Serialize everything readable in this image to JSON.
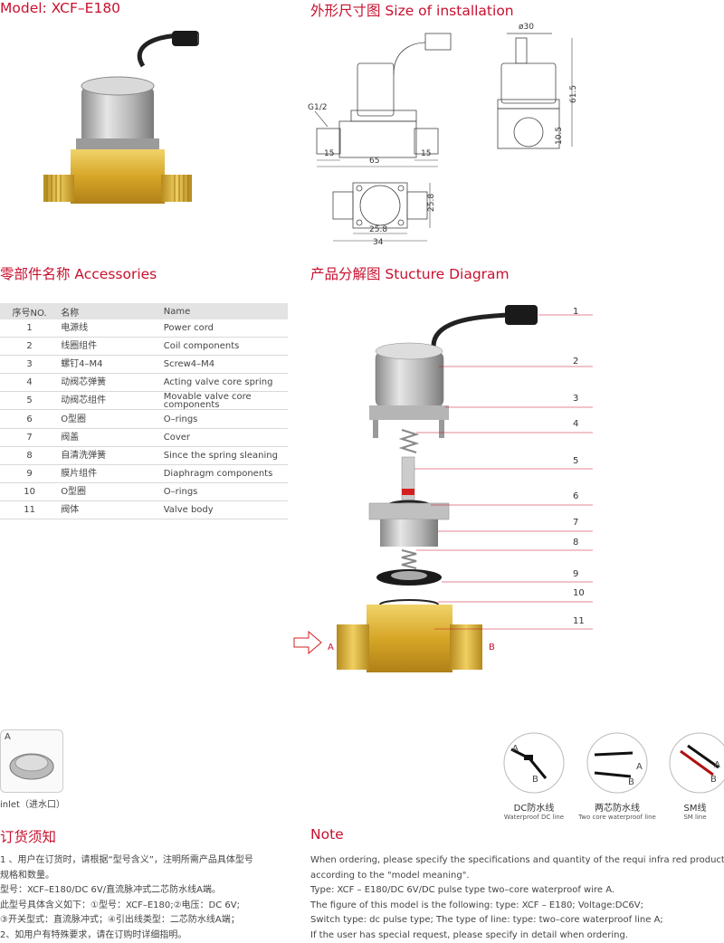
{
  "headings": {
    "model": "Model: XCF–E180",
    "installation": "外形尺寸图 Size of installation",
    "accessories": "零部件名称 Accessories",
    "structure": "产品分解图 Stucture Diagram",
    "ordering_cn": "订货须知",
    "note": "Note"
  },
  "dimensions": {
    "g_thread": "G1/2",
    "d15_left": "15",
    "d15_right": "15",
    "d65": "65",
    "d30": "ø30",
    "d61_5": "61.5",
    "d10_5": "10.5",
    "d25_8_h": "25.8",
    "d25_8_v": "25.8",
    "d34": "34"
  },
  "accessories_table": {
    "headers": [
      "序号NO.",
      "名称",
      "Name"
    ],
    "rows": [
      {
        "no": "1",
        "cn": "电源线",
        "en": "Power cord"
      },
      {
        "no": "2",
        "cn": "线圈组件",
        "en": "Coil components"
      },
      {
        "no": "3",
        "cn": "螺钉4–M4",
        "en": "Screw4–M4"
      },
      {
        "no": "4",
        "cn": "动阀芯弹簧",
        "en": "Acting valve core spring"
      },
      {
        "no": "5",
        "cn": "动阀芯组件",
        "en": "Movable valve core components"
      },
      {
        "no": "6",
        "cn": "O型圈",
        "en": "O–rings"
      },
      {
        "no": "7",
        "cn": "阀盖",
        "en": "Cover"
      },
      {
        "no": "8",
        "cn": "自清洗弹簧",
        "en": "Since the spring sleaning"
      },
      {
        "no": "9",
        "cn": "膜片组件",
        "en": "Diaphragm components"
      },
      {
        "no": "10",
        "cn": "O型圈",
        "en": "O–rings"
      },
      {
        "no": "11",
        "cn": "阀体",
        "en": "Valve body"
      }
    ]
  },
  "structure": {
    "callouts": [
      "1",
      "2",
      "3",
      "4",
      "5",
      "6",
      "7",
      "8",
      "9",
      "10",
      "11"
    ],
    "inlet_label": "A",
    "outlet_label": "B"
  },
  "inlet": {
    "badge": "A",
    "caption": "inlet（进水口）"
  },
  "cables": [
    {
      "title": "DC防水线",
      "subtitle": "Waterproof DC line",
      "a": "A",
      "b": "B"
    },
    {
      "title": "两芯防水线",
      "subtitle": "Two core waterproof line",
      "a": "A",
      "b": "B"
    },
    {
      "title": "SM线",
      "subtitle": "SM line",
      "a": "A",
      "b": "B"
    }
  ],
  "ordering_cn_lines": [
    "1 、用户在订货时，请根据“型号含义”，注明所需产品具体型号",
    "规格和数量。",
    "型号：XCF–E180/DC 6V/直流脉冲式二芯防水线A端。",
    "此型号具体含义如下：①型号：XCF–E180;②电压：DC 6V;",
    "③开关型式：直流脉冲式；④引出线类型：二芯防水线A端；",
    "2、如用户有特殊要求，请在订购时详细指明。"
  ],
  "note_lines": [
    "When ordering, please specify the specifications and quantity of the requi infra red product",
    "according to the \"model meaning\".",
    "Type: XCF – E180/DC 6V/DC pulse type two–core waterproof wire A.",
    "The figure of this model is the following: type: XCF – E180; Voltage:DC6V;",
    "Switch type: dc pulse type; The type of line: type: two–core waterproof line A;",
    "If the user has special request, please specify in detail when ordering."
  ],
  "colors": {
    "heading_red": "#c8102e",
    "brass": "#d9a92a",
    "steel": "#c9c9c9"
  }
}
